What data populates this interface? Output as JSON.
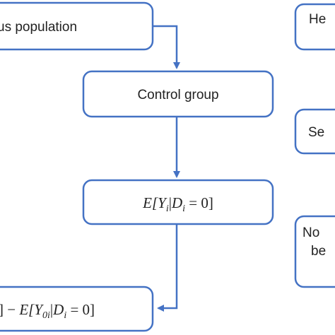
{
  "diagram": {
    "colors": {
      "accent": "#4472C4",
      "text": "#222222",
      "background": "#ffffff"
    },
    "boxes": {
      "population": {
        "label": "us population"
      },
      "control": {
        "label": "Control group"
      },
      "expectation": {
        "parts": [
          "E[",
          "Y",
          "i",
          "|",
          "D",
          "i",
          " = 0]"
        ]
      },
      "difference": {
        "parts": [
          "] − ",
          "E[",
          "Y",
          "0i",
          "|",
          "D",
          "i",
          " = 0]"
        ]
      },
      "right_top": {
        "label": "He"
      },
      "right_mid": {
        "label": "Se"
      },
      "right_bottom": {
        "line1": "No",
        "line2": "be"
      }
    }
  }
}
